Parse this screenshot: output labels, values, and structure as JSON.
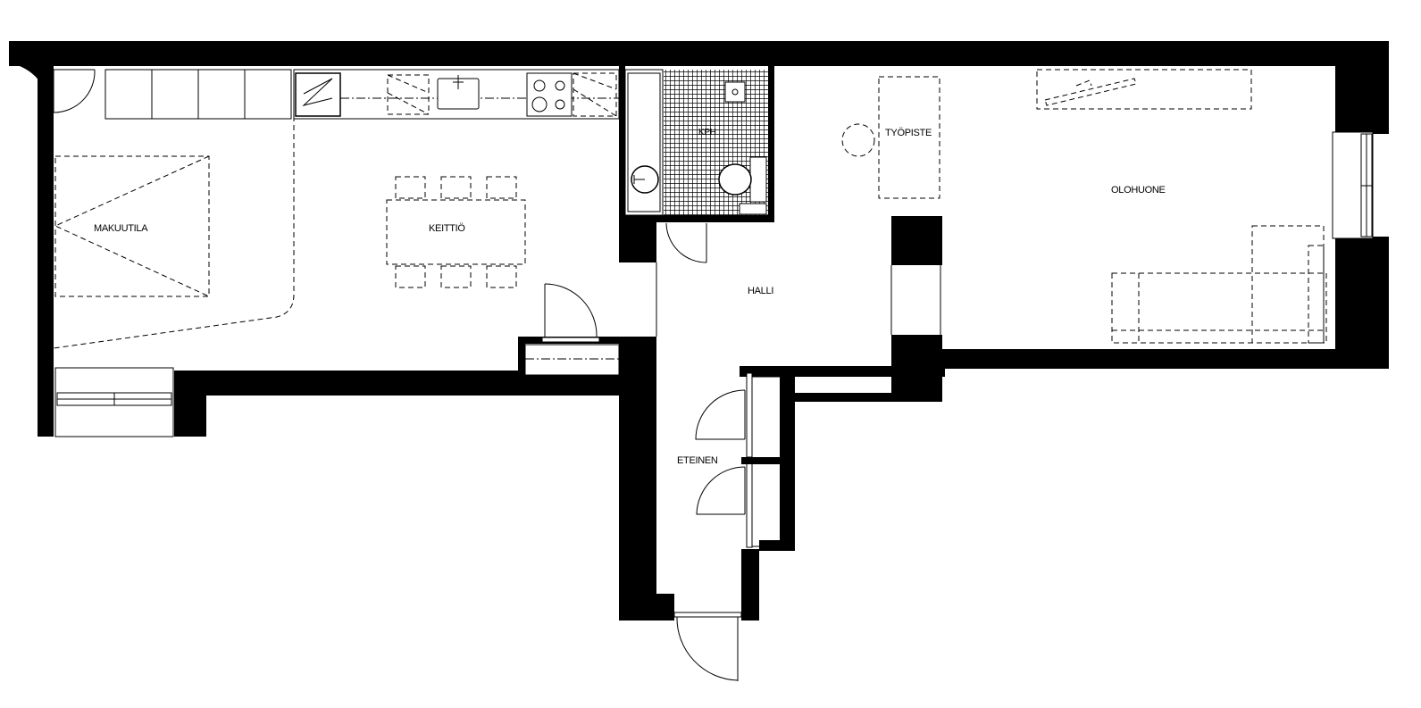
{
  "rooms": {
    "makuutila": "MAKUUTILA",
    "keittio": "KEITTIÖ",
    "kph": "KPH",
    "halli": "HALLI",
    "tyopiste": "TYÖPISTE",
    "olohuone": "OLOHUONE",
    "eteinen": "ETEINEN"
  },
  "colors": {
    "wall": "#000000",
    "background": "#ffffff",
    "tile": "#000000"
  }
}
